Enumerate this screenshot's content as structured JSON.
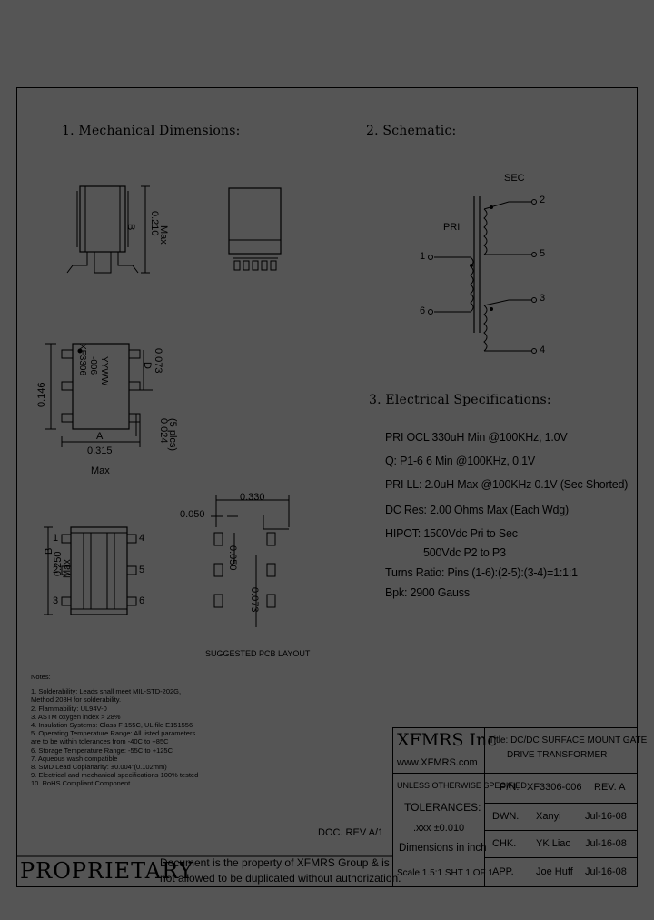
{
  "sections": {
    "mech": "1. Mechanical Dimensions:",
    "schem": "2. Schematic:",
    "elec": "3. Electrical  Specifications:"
  },
  "dims": {
    "d210_a": "B",
    "d210_b": "0.210",
    "d210_c": "Max",
    "d146": "0.146",
    "d073_a": "D",
    "d073_b": "0.073",
    "d024_a": "0.024",
    "d024_b": "(5 plcs)",
    "d315_a": "A",
    "d315_b": "0.315",
    "d315_c": "Max",
    "mark1": "XF3306",
    "mark2": "-006",
    "mark3": "YYWW",
    "d250_a": "B",
    "d250_b": "0.250",
    "d250_c": "Max",
    "pcb330": "0.330",
    "pcb050": "0.050",
    "pcb050v": "0.050",
    "pcb073": "0.073",
    "pcb_caption": "SUGGESTED PCB LAYOUT"
  },
  "pins_left": [
    "1",
    "2",
    "3"
  ],
  "pins_right": [
    "4",
    "5",
    "6"
  ],
  "schematic": {
    "sec": "SEC",
    "pri": "PRI",
    "p1": "1",
    "p6": "6",
    "p2": "2",
    "p5": "5",
    "p3": "3",
    "p4": "4"
  },
  "specs": [
    "PRI OCL 330uH Min @100KHz, 1.0V",
    "Q: P1-6 6 Min @100KHz, 0.1V",
    "PRI LL: 2.0uH Max @100KHz 0.1V (Sec Shorted)",
    "DC Res: 2.00 Ohms Max (Each Wdg)",
    "HIPOT: 1500Vdc   Pri to Sec",
    "500Vdc   P2 to P3",
    "Turns Ratio: Pins (1-6):(2-5):(3-4)=1:1:1",
    "Bpk: 2900 Gauss"
  ],
  "notes_title": "Notes:",
  "notes": [
    "1. Solderability: Leads shall meet MIL-STD-202G,",
    "    Method 208H for solderability.",
    "2. Flammability: UL94V-0",
    "3. ASTM oxygen index > 28%",
    "4. Insulation Systems: Class F 155C, UL file E151556",
    "5. Operating Temperature Range: All listed parameters",
    "    are to be within tolerances from -40C to +85C",
    "6. Storage Temperature Range: -55C to +125C",
    "7. Aqueous wash compatible",
    "8. SMD Lead Coplanarity: ±0.004\"(0.102mm)",
    "9. Electrical and mechanical specifications 100% tested",
    "10. RoHS Compliant Component"
  ],
  "doc_rev": "DOC. REV A/1",
  "proprietary": "PROPRIETARY",
  "proprietary_text": [
    "Document is the property of XFMRS Group & is",
    "not allowed to be duplicated without authorization."
  ],
  "title_block": {
    "company": "XFMRS Inc",
    "website": "www.XFMRS.com",
    "title_line1": "Title: DC/DC SURFACE MOUNT GATE",
    "title_line2": "DRIVE TRANSFORMER",
    "unless": "UNLESS OTHERWISE SPECIFIED",
    "tolerances": "TOLERANCES:",
    "tol_val": ".xxx ±0.010",
    "dims_in": "Dimensions in inch",
    "scale": "Scale 1.5:1  SHT 1 OF 1",
    "pn_label": "P/N:",
    "pn": "XF3306-006",
    "rev": "REV. A",
    "dwn_label": "DWN.",
    "dwn_name": "Xanyi",
    "dwn_date": "Jul-16-08",
    "chk_label": "CHK.",
    "chk_name": "YK Liao",
    "chk_date": "Jul-16-08",
    "app_label": "APP.",
    "app_name": "Joe Huff",
    "app_date": "Jul-16-08"
  }
}
